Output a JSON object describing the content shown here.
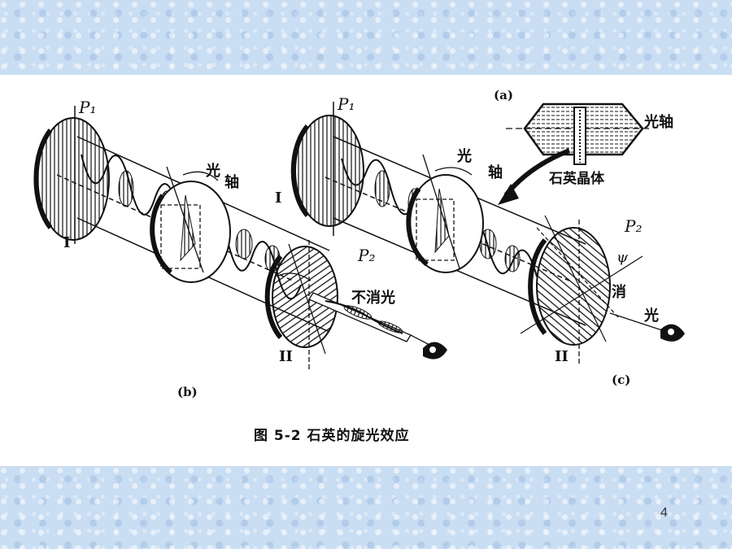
{
  "figure": {
    "caption": "图 5-2   石英的旋光效应",
    "subfigures": [
      {
        "tag": "(a)",
        "labels": {
          "optic_axis": "光轴",
          "crystal": "石英晶体"
        }
      },
      {
        "tag": "(b)",
        "labels": {
          "polarizer": "P₁",
          "analyzer": "P₂",
          "polarizer_roman": "I",
          "analyzer_roman": "II",
          "optic_axis_a": "光",
          "optic_axis_b": "轴",
          "light_not_extinct": "不消光"
        }
      },
      {
        "tag": "(c)",
        "labels": {
          "polarizer": "P₁",
          "analyzer": "P₂",
          "polarizer_roman": "I",
          "analyzer_roman": "II",
          "optic_axis_a": "光",
          "optic_axis_b": "轴",
          "psi": "ψ",
          "extinct_a": "消",
          "extinct_b": "光"
        }
      }
    ]
  },
  "page_number": "4",
  "colors": {
    "band": "#c9ddf3",
    "ink": "#111111",
    "panel": "#ffffff"
  }
}
